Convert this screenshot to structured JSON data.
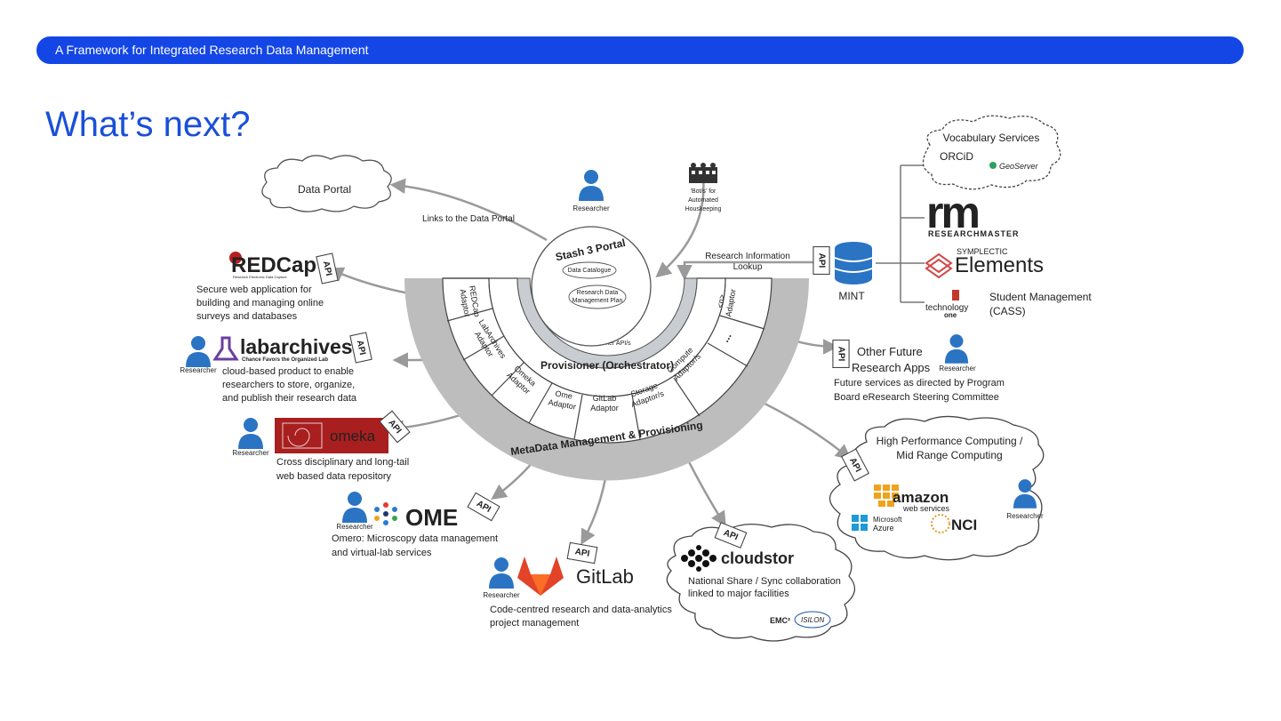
{
  "header": {
    "title": "A Framework for Integrated Research Data Management"
  },
  "slide": {
    "title": "What’s next?"
  },
  "center": {
    "portal": "Stash 3 Portal",
    "catalogue": "Data Catalogue",
    "dmp_line1": "Research Data",
    "dmp_line2": "Management Plan",
    "provisioner_api": "Provisioner API/s",
    "orchestrator": "Provisioner (Orchestrator)",
    "ring_label": "MetaData Management & Provisioning",
    "adaptors": [
      {
        "l1": "REDCap",
        "l2": "Adaptor"
      },
      {
        "l1": "LabArchives",
        "l2": "Adaptor"
      },
      {
        "l1": "Omeka",
        "l2": "Adaptor"
      },
      {
        "l1": "Ome",
        "l2": "Adaptor"
      },
      {
        "l1": "GitLab",
        "l2": "Adaptor"
      },
      {
        "l1": "Storage",
        "l2": "Adaptor/s"
      },
      {
        "l1": "Compute",
        "l2": "Adaptor/s"
      },
      {
        "l1": "...",
        "l2": ""
      },
      {
        "l1": "<n>",
        "l2": "Adaptor"
      }
    ]
  },
  "top": {
    "data_portal": "Data Portal",
    "links_label": "Links to the Data Portal",
    "researcher": "Researcher",
    "bots_l1": "'Bot/s' for",
    "bots_l2": "Automated",
    "bots_l3": "Houskeeping",
    "rim_l1": "Research Information",
    "rim_l2": "Lookup"
  },
  "api_label": "API",
  "researcher_label": "Researcher",
  "left": {
    "redcap": {
      "logo": "REDCap",
      "tag": "Research Electronic Data Capture",
      "d1": "Secure web application for",
      "d2": "building and managing online",
      "d3": "surveys and databases"
    },
    "labarchives": {
      "logo": "labarchives",
      "tag": "Chance Favors the Organized Lab",
      "d1": "cloud-based product to enable",
      "d2": "researchers to store, organize,",
      "d3": "and publish their research data"
    },
    "omeka": {
      "logo": "omeka",
      "d1": "Cross disciplinary and long-tail",
      "d2": "web based data repository"
    },
    "ome": {
      "logo": "OME",
      "d1": "Omero: Microscopy data management",
      "d2": "and virtual-lab services"
    },
    "gitlab": {
      "logo": "GitLab",
      "d1": "Code-centred research and data-analytics",
      "d2": "project management"
    }
  },
  "right": {
    "vocab": {
      "title": "Vocabulary Services",
      "orcid": "ORCiD",
      "geoserver": "GeoServer"
    },
    "rm": {
      "logo": "rm",
      "name": "RESEARCHMASTER"
    },
    "symplectic": {
      "small": "SYMPLECTIC",
      "name": "Elements"
    },
    "techone": {
      "l1": "technology",
      "l2": "one",
      "d1": "Student Management",
      "d2": "(CASS)"
    },
    "mint": "MINT",
    "future": {
      "t1": "Other Future",
      "t2": "Research Apps",
      "d1": "Future services as directed by Program",
      "d2": "Board eResearch Steering Committee"
    },
    "hpc": {
      "t1": "High Performance Computing /",
      "t2": "Mid Range Computing",
      "amazon": "amazon",
      "aws": "web services",
      "azure1": "Microsoft",
      "azure2": "Azure",
      "nci": "NCI"
    },
    "cloudstor": {
      "logo": "cloudstor",
      "d1": "National Share / Sync collaboration",
      "d2": "linked to major facilities",
      "emc": "EMC²",
      "isilon": "ISILON"
    }
  }
}
